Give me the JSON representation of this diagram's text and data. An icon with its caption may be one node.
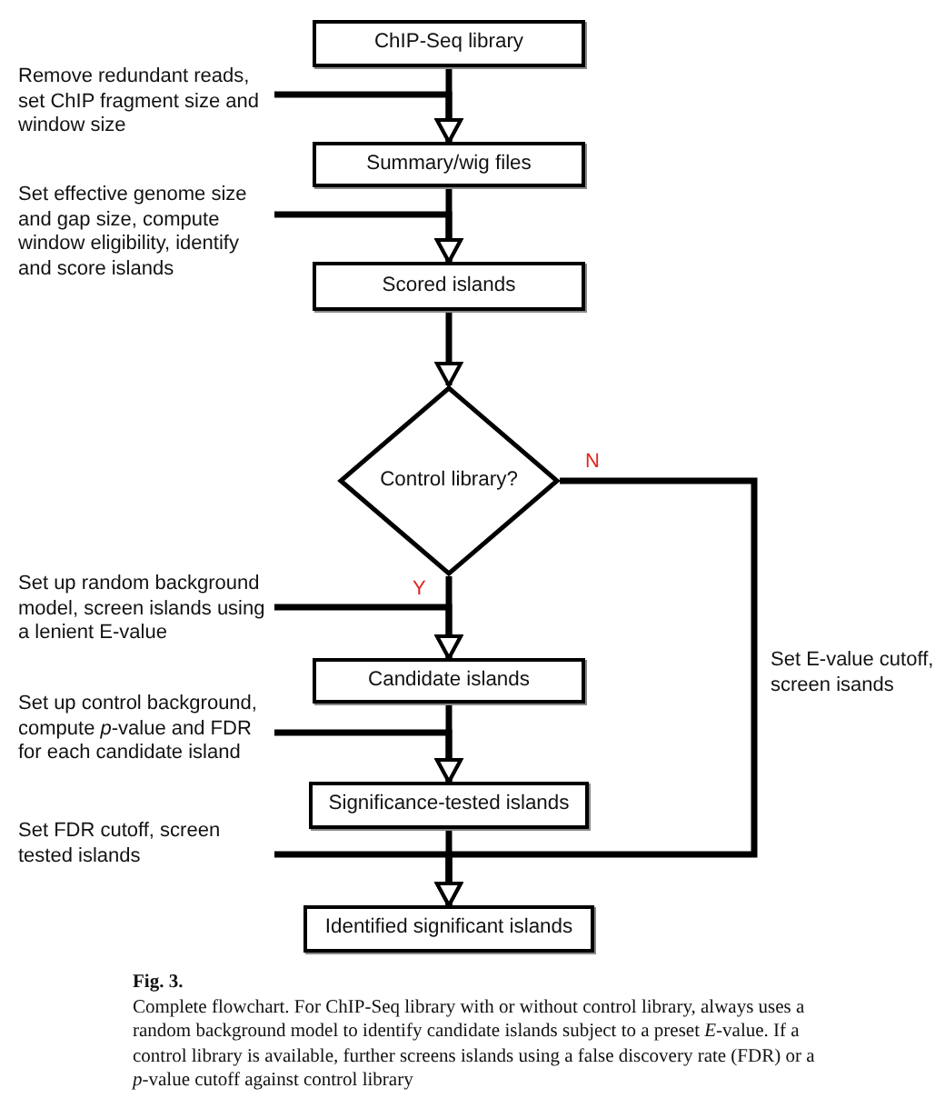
{
  "diagram": {
    "title": "Fig. 3.",
    "caption": "Complete flowchart. For ChIP-Seq library with or without control library, always uses a random background model to identify candidate islands subject to a preset *E*-value. If a control library is available, further screens islands using a false discovery rate (FDR) or a *p*-value cutoff against control library",
    "nodes": [
      {
        "text": [
          "ChIP-Seq library"
        ]
      },
      {
        "text": [
          "Remove redundant reads, set ChIP fragment size and window size"
        ]
      },
      {
        "text": [
          "Summary/wig files"
        ]
      },
      {
        "text": [
          "Set effective genome size and gap size, compute window eligibility, identify and score islands"
        ]
      },
      {
        "text": [
          "Scored islands"
        ]
      },
      {
        "text": [
          "Control library?"
        ]
      },
      {
        "text": [
          "Set up random background model, screen islands using a lenient E-value"
        ]
      },
      {
        "text": [
          "Candidate islands"
        ]
      },
      {
        "text": [
          "Set up control background, compute *p*-value and FDR for each candidate island"
        ]
      },
      {
        "text": [
          "Significance-tested islands"
        ]
      },
      {
        "text": [
          "Set FDR cutoff, screen tested islands"
        ]
      },
      {
        "text": [
          "Identified significant islands"
        ]
      }
    ],
    "edges": [
      {
        "from": 0,
        "to": 2,
        "arrow": "to"
      },
      {
        "from": 1,
        "to": 2,
        "arrow": "to"
      },
      {
        "from": 2,
        "to": 4,
        "arrow": "to"
      },
      {
        "from": 3,
        "to": 4,
        "arrow": "to"
      },
      {
        "from": 4,
        "to": 5,
        "arrow": "to"
      },
      {
        "from": 5,
        "to": 7,
        "arrow": "to",
        "label": "Y"
      },
      {
        "from": 6,
        "to": 7,
        "arrow": "to"
      },
      {
        "from": 7,
        "to": 9,
        "arrow": "to"
      },
      {
        "from": 8,
        "to": 9,
        "arrow": "to"
      },
      {
        "from": 9,
        "to": 11,
        "arrow": "to"
      },
      {
        "from": 10,
        "to": 11,
        "arrow": "to"
      },
      {
        "from": 5,
        "to": 11,
        "arrow": "to",
        "label": "N"
      }
    ],
    "labels": [
      "Set E-value cutoff, screen isands"
    ]
  }
}
